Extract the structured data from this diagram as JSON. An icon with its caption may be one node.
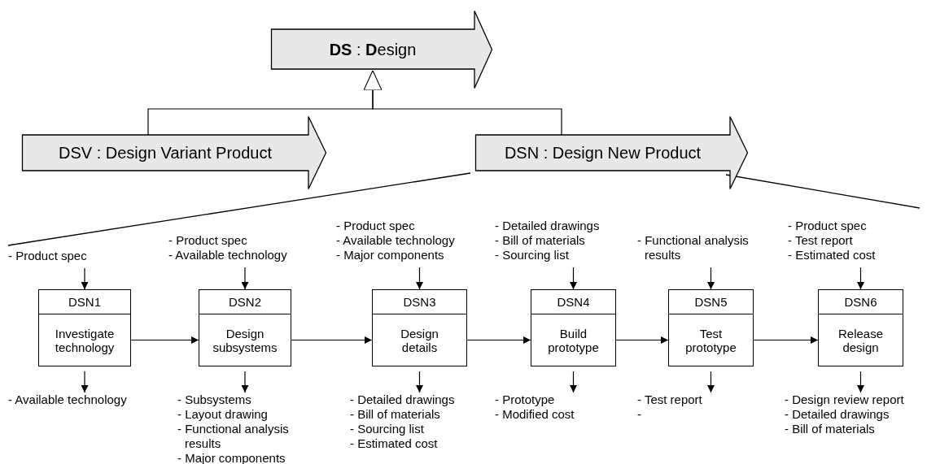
{
  "diagram": {
    "nodes": [
      {
        "text": [
          "**DS** : **D**esign"
        ]
      },
      {
        "text": [
          "DSV : Design Variant Product"
        ]
      },
      {
        "text": [
          "DSN : Design New Product"
        ]
      },
      {
        "text": [
          "DSN1",
          "Investigate technology"
        ]
      },
      {
        "text": [
          "DSN2",
          "Design subsystems"
        ]
      },
      {
        "text": [
          "DSN3",
          "Design details"
        ]
      },
      {
        "text": [
          "DSN4",
          "Build prototype"
        ]
      },
      {
        "text": [
          "DSN5",
          "Test prototype"
        ]
      },
      {
        "text": [
          "DSN6",
          "Release design"
        ]
      },
      {
        "text": [
          "- Product spec"
        ]
      },
      {
        "text": [
          "- Product spec",
          "- Available technology"
        ]
      },
      {
        "text": [
          "- Product spec",
          "- Available technology",
          "- Major components"
        ]
      },
      {
        "text": [
          "- Detailed drawings",
          "- Bill of materials",
          "- Sourcing list"
        ]
      },
      {
        "text": [
          "- Functional analysis results"
        ]
      },
      {
        "text": [
          "- Product spec",
          "- Test report",
          "- Estimated cost"
        ]
      },
      {
        "text": [
          "- Available technology"
        ]
      },
      {
        "text": [
          "- Subsystems",
          "- Layout drawing",
          "- Functional analysis results",
          "- Major components"
        ]
      },
      {
        "text": [
          "- Detailed drawings",
          "- Bill of materials",
          "- Sourcing list",
          "- Estimated cost"
        ]
      },
      {
        "text": [
          "- Prototype",
          "- Modified cost"
        ]
      },
      {
        "text": [
          "- Test report",
          "-"
        ]
      },
      {
        "text": [
          "- Design review report",
          "- Detailed drawings",
          "- Bill of materials"
        ]
      }
    ],
    "edges": [
      {
        "from": 1,
        "to": 0,
        "arrow": "to"
      },
      {
        "from": 2,
        "to": 0,
        "arrow": "to"
      },
      {
        "from": 3,
        "to": 4,
        "arrow": "to"
      },
      {
        "from": 4,
        "to": 5,
        "arrow": "to"
      },
      {
        "from": 5,
        "to": 6,
        "arrow": "to"
      },
      {
        "from": 6,
        "to": 7,
        "arrow": "to"
      },
      {
        "from": 7,
        "to": 8,
        "arrow": "to"
      },
      {
        "from": 9,
        "to": 3,
        "arrow": "to"
      },
      {
        "from": 10,
        "to": 4,
        "arrow": "to"
      },
      {
        "from": 11,
        "to": 5,
        "arrow": "to"
      },
      {
        "from": 12,
        "to": 6,
        "arrow": "to"
      },
      {
        "from": 13,
        "to": 7,
        "arrow": "to"
      },
      {
        "from": 14,
        "to": 8,
        "arrow": "to"
      },
      {
        "from": 3,
        "to": 15,
        "arrow": "to"
      },
      {
        "from": 4,
        "to": 16,
        "arrow": "to"
      },
      {
        "from": 5,
        "to": 17,
        "arrow": "to"
      },
      {
        "from": 6,
        "to": 18,
        "arrow": "to"
      },
      {
        "from": 7,
        "to": 19,
        "arrow": "to"
      },
      {
        "from": 8,
        "to": 20,
        "arrow": "to"
      }
    ]
  }
}
